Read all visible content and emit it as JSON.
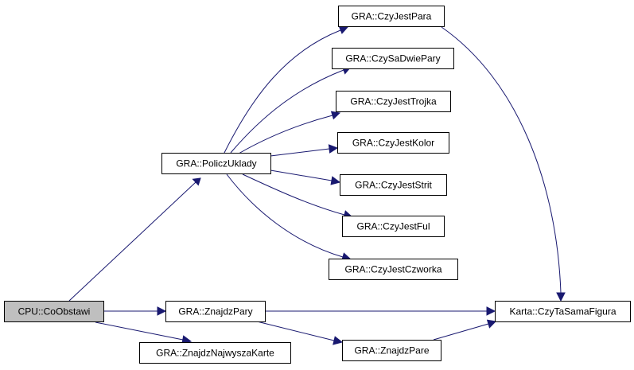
{
  "colors": {
    "node_fill": "#ffffff",
    "root_fill": "#bfbfbf",
    "border": "#000000",
    "edge": "#191970"
  },
  "nodes": {
    "cpu_coobstawi": "CPU::CoObstawi",
    "gra_policzuklady": "GRA::PoliczUklady",
    "gra_znajdzpary": "GRA::ZnajdzPary",
    "gra_znajdznajwyzszakarte": "GRA::ZnajdzNajwyszaKarte",
    "gra_czyjestpara": "GRA::CzyJestPara",
    "gra_czysadwiepary": "GRA::CzySaDwiePary",
    "gra_czyjesttrojka": "GRA::CzyJestTrojka",
    "gra_czyjestkolor": "GRA::CzyJestKolor",
    "gra_czyjeststrit": "GRA::CzyJestStrit",
    "gra_czyjestful": "GRA::CzyJestFul",
    "gra_czyjestczworka": "GRA::CzyJestCzworka",
    "gra_znajdzpare": "GRA::ZnajdzPare",
    "karta_czytasamafigura": "Karta::CzyTaSamaFigura"
  }
}
